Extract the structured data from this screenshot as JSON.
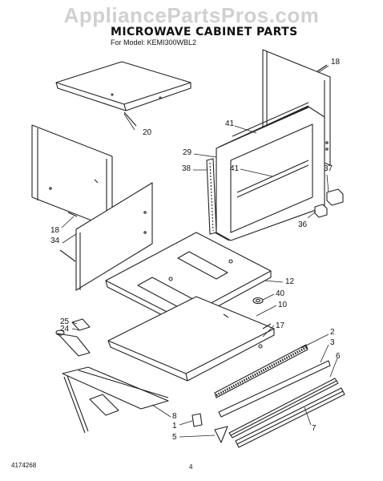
{
  "watermark": "AppliancePartsPros.com",
  "title": "MICROWAVE CABINET PARTS",
  "subtitle": "For Model: KEMI300WBL2",
  "callouts": {
    "c18_top": "18",
    "c20": "20",
    "c41_top": "41",
    "c29": "29",
    "c38": "38",
    "c41_mid": "41",
    "c37": "37",
    "c36": "36",
    "c18_left": "18",
    "c34": "34",
    "c12": "12",
    "c40": "40",
    "c10": "10",
    "c17": "17",
    "c25": "25",
    "c24": "24",
    "c2": "2",
    "c3": "3",
    "c6": "6",
    "c8": "8",
    "c1": "1",
    "c5": "5",
    "c7": "7"
  },
  "footer": {
    "doc_number": "4174268",
    "page": "4"
  }
}
